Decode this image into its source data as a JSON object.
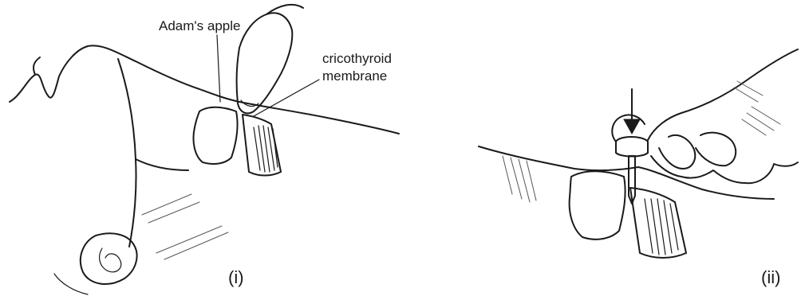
{
  "labels": {
    "adams_apple": "Adam's apple",
    "cricothyroid_line1": "cricothyroid",
    "cricothyroid_line2": "membrane",
    "panel_i": "(i)",
    "panel_ii": "(ii)"
  }
}
